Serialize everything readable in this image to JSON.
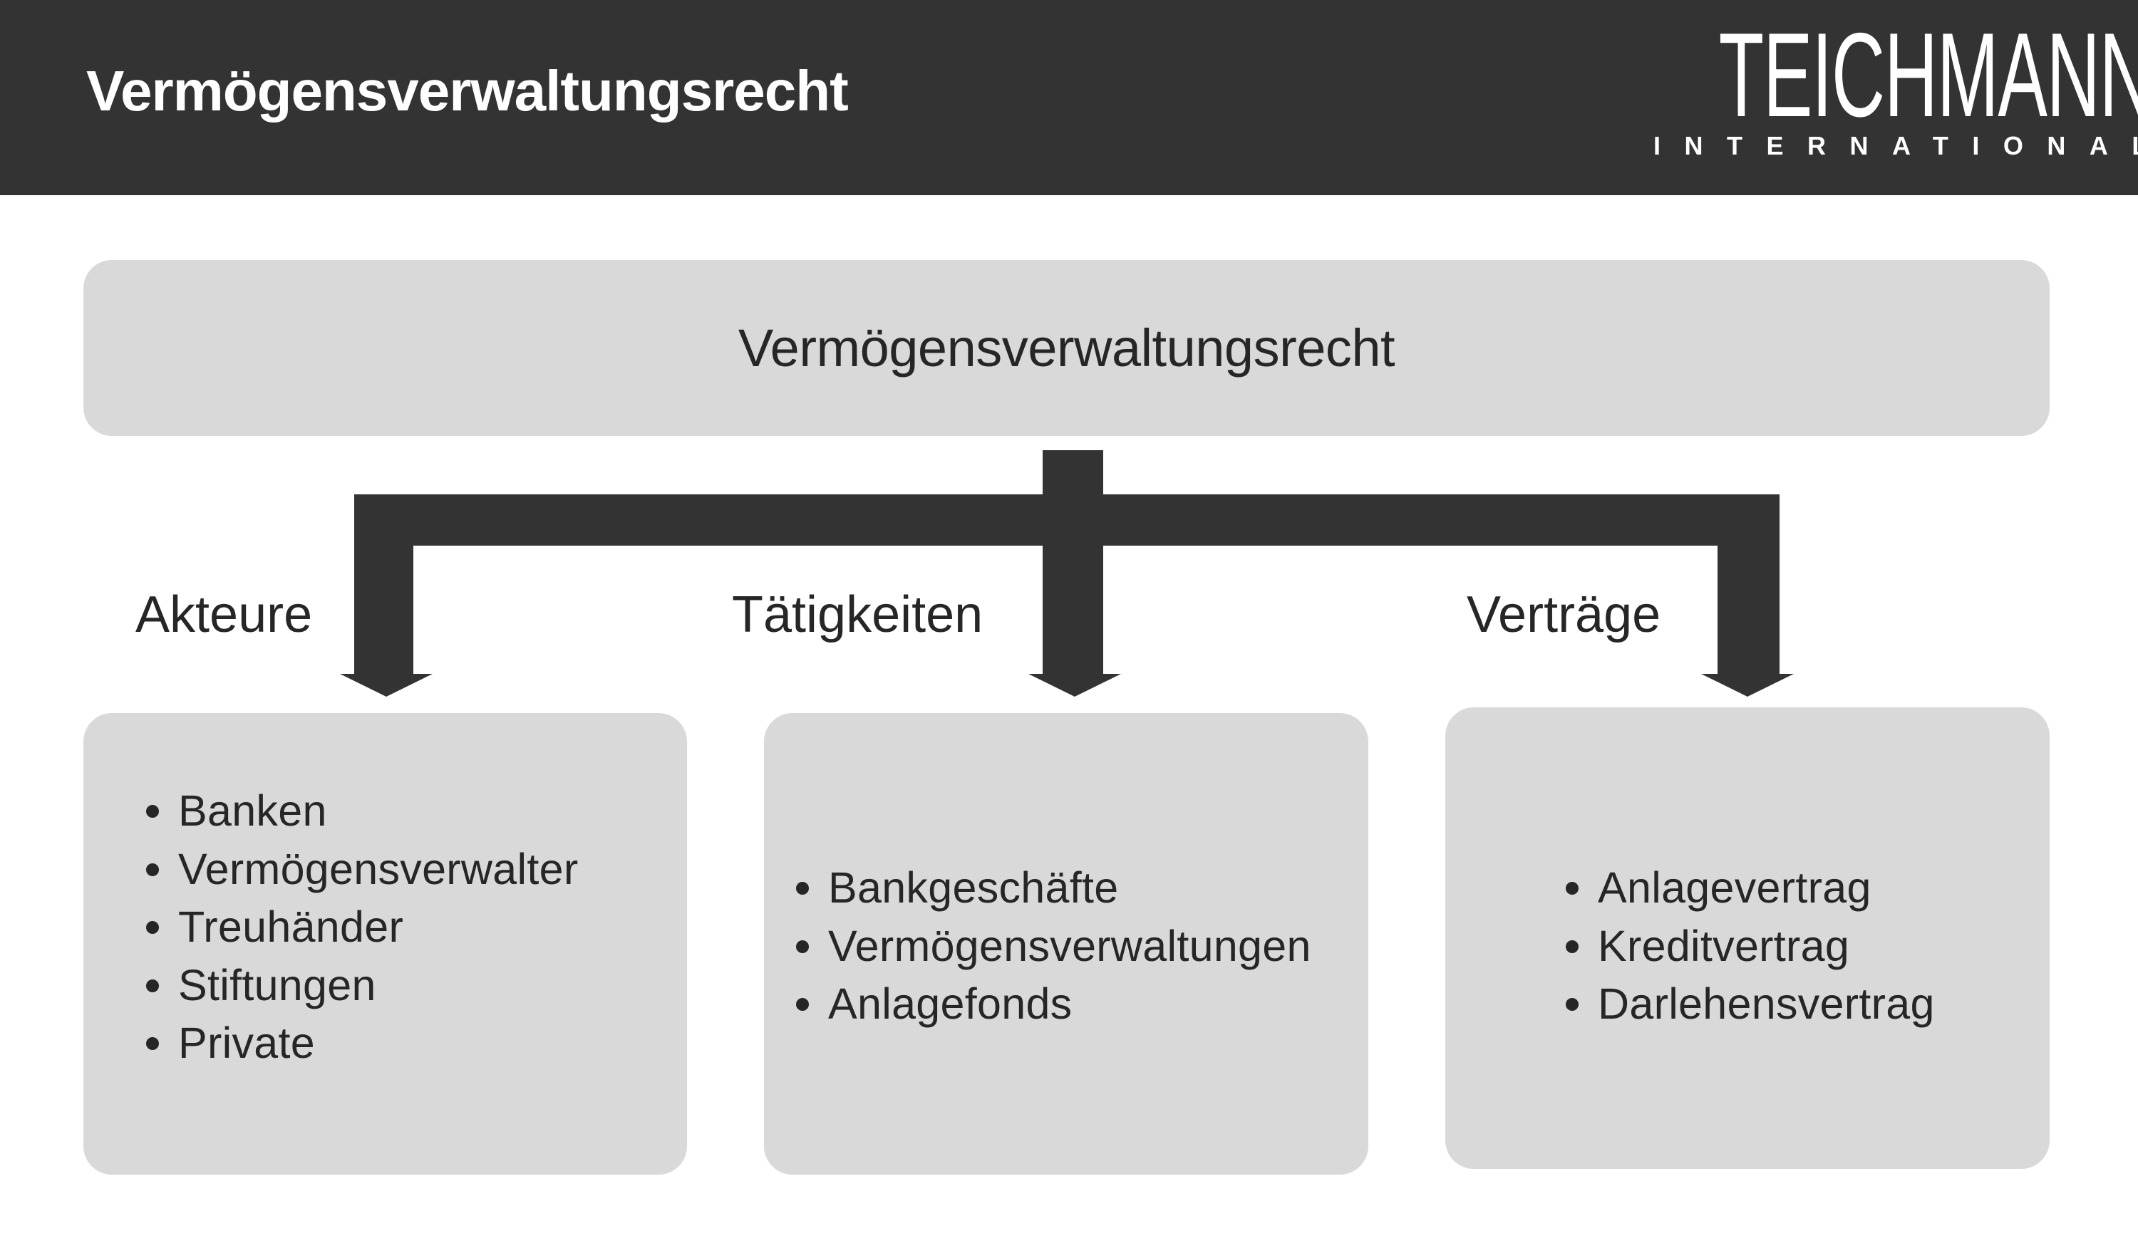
{
  "header": {
    "title": "Vermögensverwaltungsrecht",
    "logo_main": "TEICHMANN",
    "logo_sub": "INTERNATIONAL",
    "background_color": "#333333"
  },
  "diagram": {
    "root": "Vermögensverwaltungsrecht",
    "branches": [
      {
        "label": "Akteure",
        "items": [
          "Banken",
          "Vermögensverwalter",
          "Treuhänder",
          "Stiftungen",
          "Private"
        ]
      },
      {
        "label": "Tätigkeiten",
        "items": [
          "Bankgeschäfte",
          "Vermögensverwaltungen",
          "Anlagefonds"
        ]
      },
      {
        "label": "Verträge",
        "items": [
          "Anlagevertrag",
          "Kreditvertrag",
          "Darlehensvertrag"
        ]
      }
    ],
    "box_color": "#d9d9d9",
    "arrow_color": "#333333"
  }
}
